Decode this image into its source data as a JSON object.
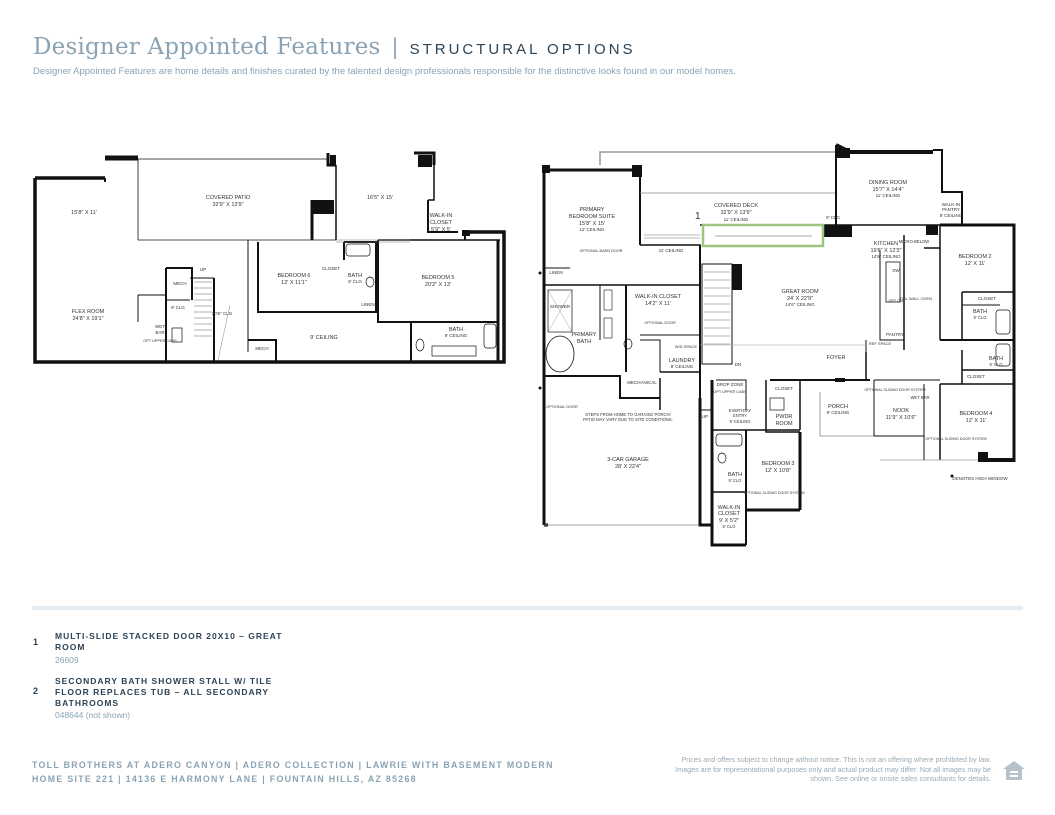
{
  "header": {
    "title": "Designer Appointed Features",
    "separator": "|",
    "subtitle": "STRUCTURAL OPTIONS",
    "intro": "Designer Appointed Features are home details and finishes curated by the talented design professionals responsible for the distinctive looks found in our model homes."
  },
  "basement_plan": {
    "rooms": {
      "covered_patio": "COVERED PATIO",
      "covered_patio_dim": "32'9\" X 13'9\"",
      "dim_1558": "15'8\" X 11'",
      "dim_165": "16'5\" X 15'",
      "walkin_closet": "WALK-IN",
      "walkin_closet_2": "CLOSET",
      "walkin_closet_dim": "5'9\" X 5'",
      "flex_room": "FLEX ROOM",
      "flex_room_dim": "24'8\" X 19'1\"",
      "mech": "MECH",
      "mech2": "MECH",
      "up": "UP",
      "clg9": "9' CLG",
      "wet_bar": "WET",
      "wet_bar_2": "BAR",
      "opt_upper": "OPT UPPER CABS",
      "clg_206": "20'6\" CLG",
      "bedroom6": "BEDROOM 6",
      "bedroom6_dim": "12' X 11'1\"",
      "closet": "CLOSET",
      "bath": "BATH",
      "bath_clg": "9' CLG",
      "linen": "LINEN",
      "bedroom5": "BEDROOM 5",
      "bedroom5_dim": "20'2\" X 13'",
      "ceiling9": "9' CEILING",
      "bath2": "BATH",
      "bath2_ceiling": "9' CEILING"
    }
  },
  "main_plan": {
    "rooms": {
      "primary_suite": "PRIMARY",
      "primary_suite_2": "BEDROOM SUITE",
      "primary_suite_dim": "15'8\" X 15'",
      "primary_suite_ceiling": "12' CEILING",
      "optional_barn_door": "OPTIONAL BARN DOOR",
      "covered_deck": "COVERED DECK",
      "covered_deck_dim": "32'9\" X 13'9\"",
      "covered_deck_ceiling": "11' CEILING",
      "option_marker": "1",
      "dining_room": "DINING ROOM",
      "dining_room_dim": "15'7\" X 14'4\"",
      "dining_room_ceiling": "11' CEILING",
      "walkin_pantry": "WALK-IN",
      "walkin_pantry_2": "PANTRY",
      "walkin_pantry_clg": "9' CEILING",
      "clg_9": "9' CLG",
      "ceiling_11": "11' CEILING",
      "linen": "LINEN",
      "kitchen": "KITCHEN",
      "kitchen_dim": "19'6\" X 12'3\"",
      "kitchen_ceiling": "14'6\" CEILING",
      "micro_below": "MICRO-BELOW",
      "dw": "DW",
      "opt_dw": "OPT DW",
      "bedroom2": "BEDROOM 2",
      "bedroom2_dim": "12' X 11'",
      "shower": "SHOWER",
      "walkin_closet": "WALK-IN CLOSET",
      "walkin_closet_dim": "14'2\" X 11'",
      "great_room": "GREAT ROOM",
      "great_room_dim": "24' X 22'9\"",
      "great_room_ceiling": "14'6\" CEILING",
      "primary_bath": "PRIMARY",
      "primary_bath_2": "BATH",
      "optional_door": "OPTIONAL DOOR",
      "laundry": "LAUNDRY",
      "laundry_clg": "9' CEILING",
      "wd_space": "W/D SPACE",
      "dn": "DN",
      "ref_space": "REF SPACE",
      "pantry": "PANTRY",
      "dbl_wall_oven": "DBL WALL OVEN",
      "closet": "CLOSET",
      "bath_a": "BATH",
      "bath_a_clg": "9' CLG",
      "bath_b": "BATH",
      "bath_b_clg": "9' CLG",
      "foyer": "FOYER",
      "mechanical": "MECHANICAL",
      "drop_zone": "DROP ZONE",
      "opt_upper_cabs": "OPT UPPER CABS",
      "closet_b": "CLOSET",
      "porch": "PORCH",
      "porch_ceiling": "9' CEILING",
      "nook": "NOOK",
      "nook_dim": "11'9\" X 10'6\"",
      "optional_sliding": "OPTIONAL SLIDING DOOR SYSTEM",
      "wet_bar": "WET BAR",
      "bedroom4": "BEDROOM 4",
      "bedroom4_dim": "12' X 11'",
      "closet_c": "CLOSET",
      "steps_note": "STEPS FROM HOME TO GARAGE/ PORCH/",
      "steps_note_2": "PATIO MAY VARY DUE TO SITE CONDITIONS.",
      "up": "UP",
      "everyday_entry": "EVERYDAY",
      "everyday_entry_2": "ENTRY",
      "everyday_entry_clg": "9' CEILING",
      "pwdr_room": "PWDR",
      "pwdr_room_2": "ROOM",
      "optional_door_g": "OPTIONAL DOOR",
      "garage": "3-CAR GARAGE",
      "garage_dim": "28' X 22'4\"",
      "bath_c": "BATH",
      "bath_c_clg": "9' CLG",
      "bedroom3": "BEDROOM 3",
      "bedroom3_dim": "12' X 10'8\"",
      "optional_sliding_b": "OPTIONAL SLIDING DOOR SYSTEM",
      "optional_sliding_c": "OPTIONAL SLIDING DOOR SYSTEM",
      "walkin_closet_b": "WALK-IN",
      "walkin_closet_b_2": "CLOSET",
      "walkin_closet_b_dim": "9' X 5'2\"",
      "walkin_closet_b_clg": "9' CLG",
      "high_window": "DENOTES HIGH WINDOW"
    }
  },
  "options": [
    {
      "number": "1",
      "title": "MULTI-SLIDE STACKED DOOR 20X10 – GREAT ROOM",
      "code": "26609"
    },
    {
      "number": "2",
      "title": "SECONDARY BATH SHOWER STALL W/ TILE FLOOR REPLACES TUB – ALL SECONDARY BATHROOMS",
      "code": "048644 (not shown)"
    }
  ],
  "footer": {
    "line1": "TOLL BROTHERS AT ADERO CANYON  |  ADERO COLLECTION  |  LAWRIE WITH BASEMENT MODERN",
    "line2": "HOME SITE 221  |  14136 E HARMONY LANE  |  FOUNTAIN HILLS, AZ 85268",
    "disclaimer": "Prices and offers subject to change without notice. This is not an offering where prohibited by law. Images are for representational purposes only and actual product may differ. Not all images may be shown. See online or onsite sales consultants for details."
  },
  "colors": {
    "accent": "#8aa3b4",
    "navy": "#2c4356",
    "highlight": "#9fc47f",
    "wall": "#111111"
  }
}
